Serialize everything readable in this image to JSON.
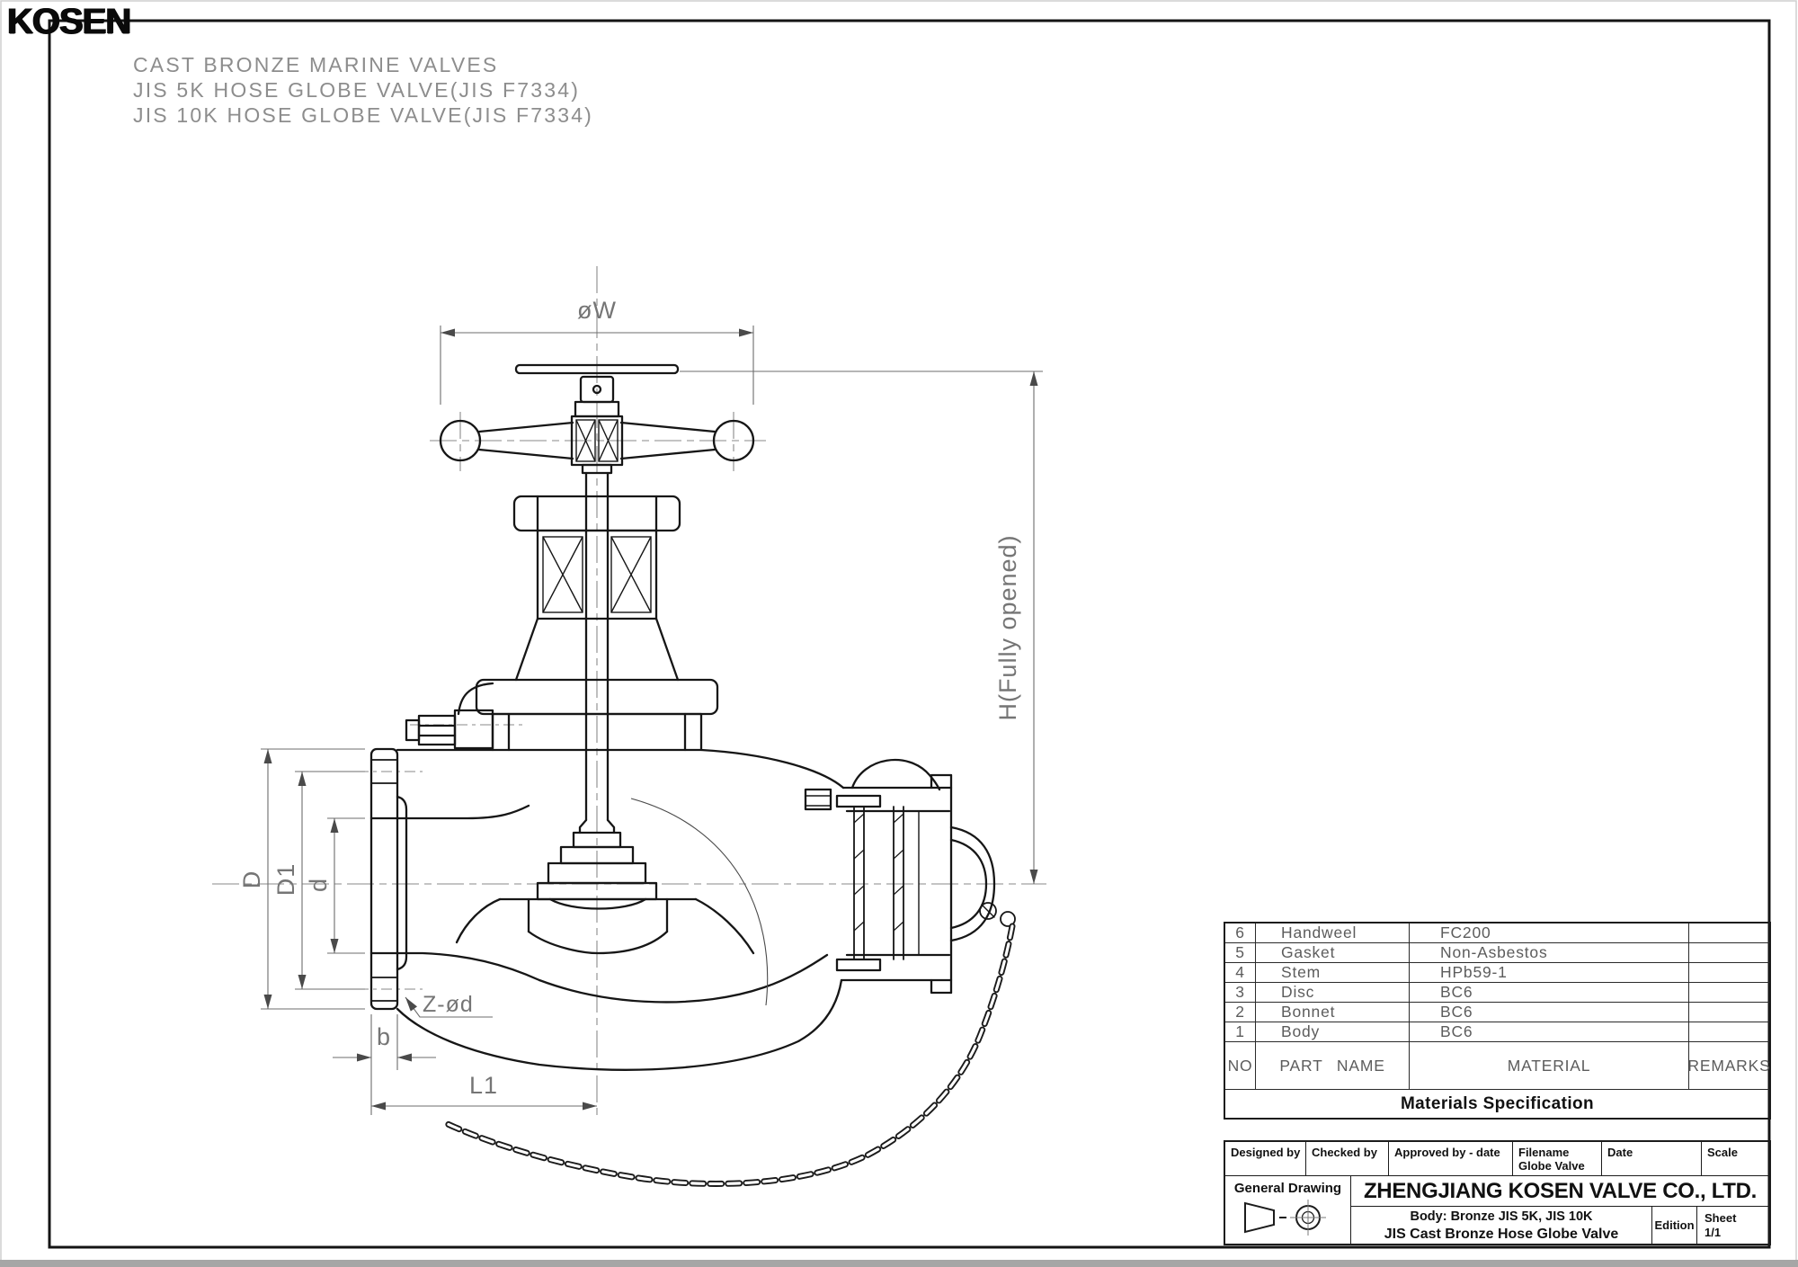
{
  "logo": "KOSEN",
  "titles": [
    "CAST BRONZE MARINE VALVES",
    "JIS 5K HOSE GLOBE VALVE(JIS F7334)",
    "JIS 10K HOSE GLOBE VALVE(JIS F7334)"
  ],
  "drawing": {
    "dim_top_width": "øW",
    "dim_height": "H(Fully opened)",
    "dim_flange_od": "D",
    "dim_bolt_circle": "D1",
    "dim_bore": "d",
    "dim_bolt_holes": "Z-ød",
    "dim_flange_thickness": "b",
    "dim_face_to_center": "L1"
  },
  "materials": {
    "title": "Materials Specification",
    "headers": {
      "no": "NO",
      "part_name": "PART NAME",
      "material": "MATERIAL",
      "remarks": "REMARKS"
    },
    "rows": [
      {
        "no": "6",
        "part": "Handweel",
        "material": "FC200",
        "remarks": ""
      },
      {
        "no": "5",
        "part": "Gasket",
        "material": "Non-Asbestos",
        "remarks": ""
      },
      {
        "no": "4",
        "part": "Stem",
        "material": "HPb59-1",
        "remarks": ""
      },
      {
        "no": "3",
        "part": "Disc",
        "material": "BC6",
        "remarks": ""
      },
      {
        "no": "2",
        "part": "Bonnet",
        "material": "BC6",
        "remarks": ""
      },
      {
        "no": "1",
        "part": "Body",
        "material": "BC6",
        "remarks": ""
      }
    ]
  },
  "title_block": {
    "designed_by": "Designed by",
    "checked_by": "Checked by",
    "approved_by": "Approved by - date",
    "filename_label": "Filename",
    "filename_value": "Globe Valve",
    "date_label": "Date",
    "scale_label": "Scale",
    "drawing_type": "General Drawing",
    "company": "ZHENGJIANG KOSEN VALVE CO., LTD.",
    "product_line1": "Body: Bronze  JIS 5K, JIS 10K",
    "product_line2": "JIS Cast Bronze Hose Globe Valve",
    "edition_label": "Edition",
    "sheet_label": "Sheet",
    "sheet_value": "1/1"
  }
}
